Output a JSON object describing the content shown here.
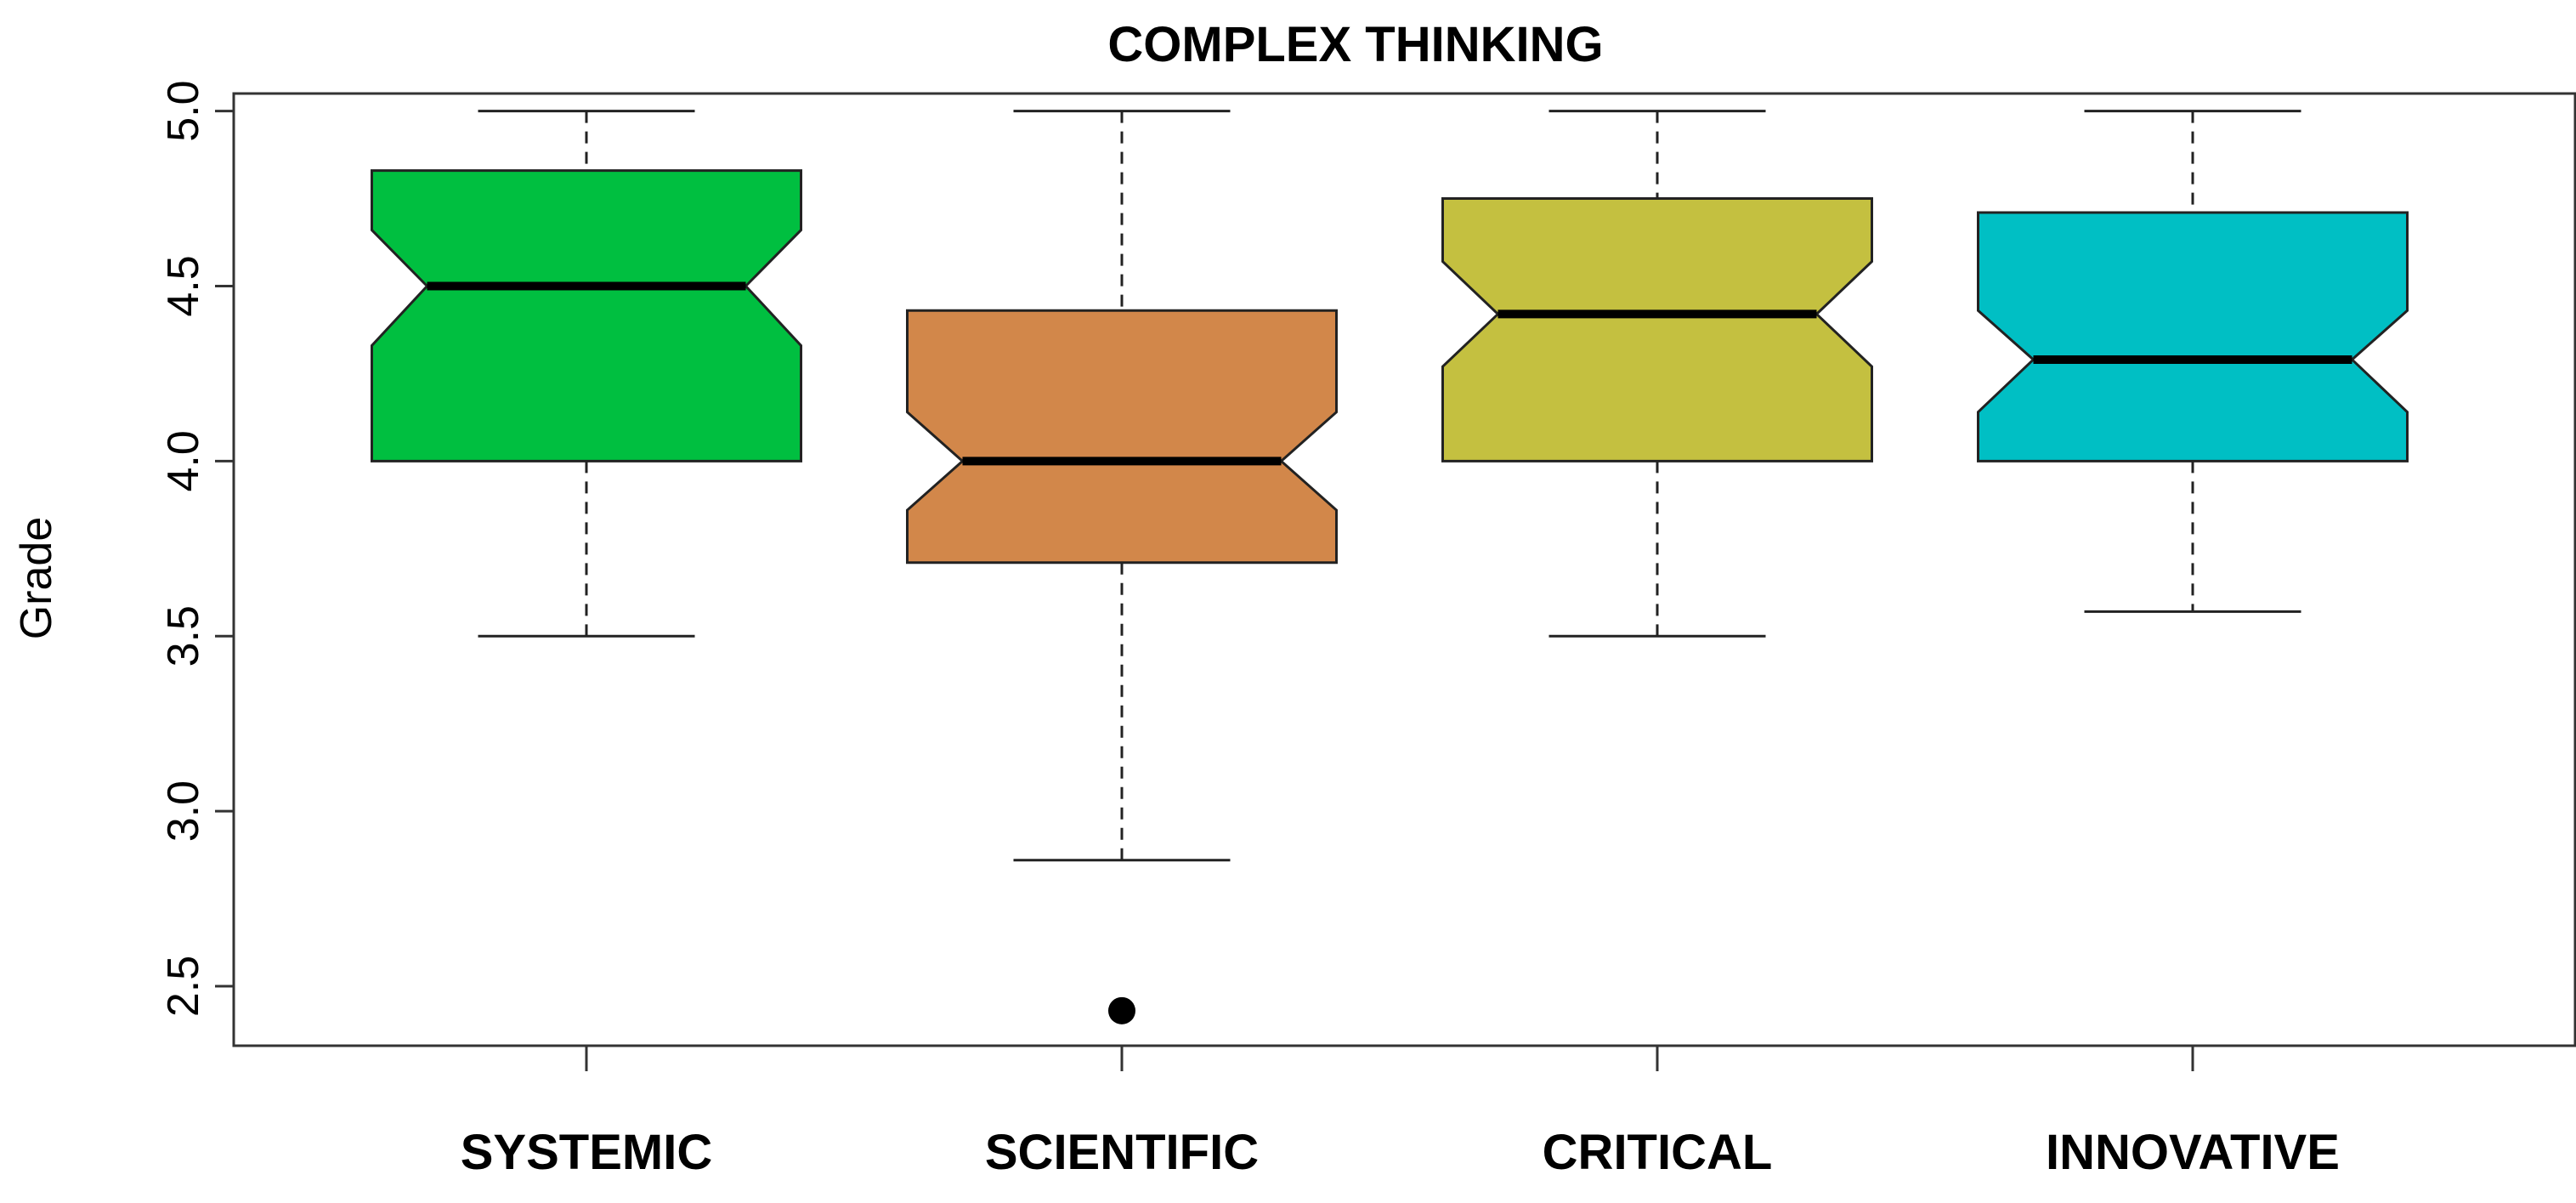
{
  "chart_data": {
    "type": "boxplot",
    "title": "COMPLEX THINKING",
    "xlabel": "",
    "ylabel": "Grade",
    "ylim": [
      2.33,
      5.05
    ],
    "yticks": [
      "2.5",
      "3.0",
      "3.5",
      "4.0",
      "4.5",
      "5.0"
    ],
    "notched": true,
    "grid": false,
    "categories": [
      "SYSTEMIC",
      "SCIENTIFIC",
      "CRITICAL",
      "INNOVATIVE"
    ],
    "boxes": [
      {
        "category": "SYSTEMIC",
        "min": 3.5,
        "q1": 4.0,
        "median": 4.5,
        "q3": 4.83,
        "max": 5.0,
        "notch_low": 4.33,
        "notch_high": 4.66,
        "outliers": [],
        "color": "#00BF40"
      },
      {
        "category": "SCIENTIFIC",
        "min": 2.86,
        "q1": 3.71,
        "median": 4.0,
        "q3": 4.43,
        "max": 5.0,
        "notch_low": 3.86,
        "notch_high": 4.14,
        "outliers": [
          2.43
        ],
        "color": "#D2874A"
      },
      {
        "category": "CRITICAL",
        "min": 3.5,
        "q1": 4.0,
        "median": 4.42,
        "q3": 4.75,
        "max": 5.0,
        "notch_low": 4.27,
        "notch_high": 4.57,
        "outliers": [],
        "color": "#C4C040"
      },
      {
        "category": "INNOVATIVE",
        "min": 3.57,
        "q1": 4.0,
        "median": 4.29,
        "q3": 4.71,
        "max": 5.0,
        "notch_low": 4.14,
        "notch_high": 4.43,
        "outliers": [],
        "color": "#00BFC4"
      }
    ]
  }
}
